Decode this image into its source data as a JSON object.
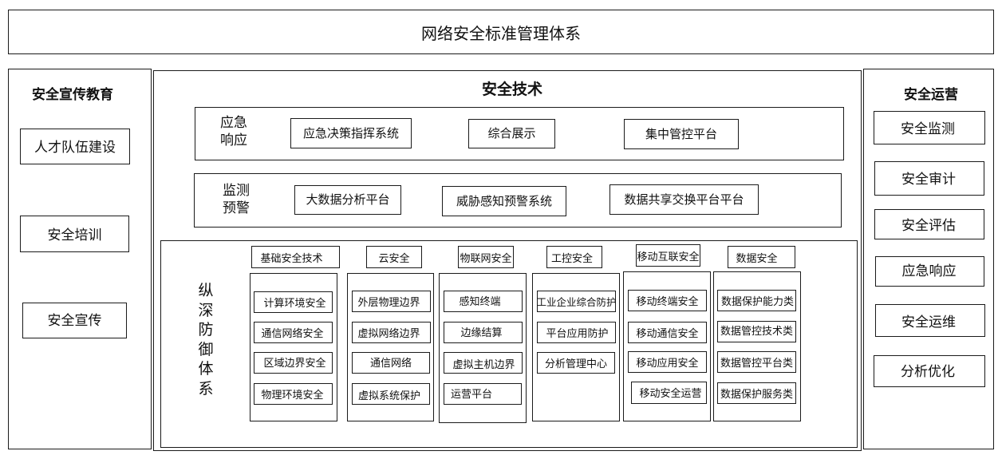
{
  "title": "网络安全标准管理体系",
  "left": {
    "title": "安全宣传教育",
    "items": [
      "人才队伍建设",
      "安全培训",
      "安全宣传"
    ]
  },
  "right": {
    "title": "安全运营",
    "items": [
      "安全监测",
      "安全审计",
      "安全评估",
      "应急响应",
      "安全运维",
      "分析优化"
    ]
  },
  "center": {
    "title": "安全技术",
    "emergency": {
      "label": "应急\n响应",
      "items": [
        "应急决策指挥系统",
        "综合展示",
        "集中管控平台"
      ]
    },
    "monitoring": {
      "label": "监测\n预警",
      "items": [
        "大数据分析平台",
        "威胁感知预警系统",
        "数据共享交换平台平台"
      ]
    },
    "defense": {
      "label": "纵深防御体系",
      "columns": [
        {
          "header": "基础安全技术",
          "items": [
            "计算环境安全",
            "通信网络安全",
            "区域边界安全",
            "物理环境安全"
          ]
        },
        {
          "header": "云安全",
          "items": [
            "外层物理边界",
            "虚拟网络边界",
            "通信网络",
            "虚拟系统保护"
          ]
        },
        {
          "header": "物联网安全",
          "items": [
            "感知终端",
            "边缘结算",
            "虚拟主机边界",
            "运营平台"
          ]
        },
        {
          "header": "工控安全",
          "items": [
            "工业企业综合防护",
            "平台应用防护",
            "分析管理中心"
          ]
        },
        {
          "header": "移动互联安全",
          "items": [
            "移动终端安全",
            "移动通信安全",
            "移动应用安全",
            "移动安全运营"
          ]
        },
        {
          "header": "数据安全",
          "items": [
            "数据保护能力类",
            "数据管控技术类",
            "数据管控平台类",
            "数据保护服务类"
          ]
        }
      ]
    }
  }
}
